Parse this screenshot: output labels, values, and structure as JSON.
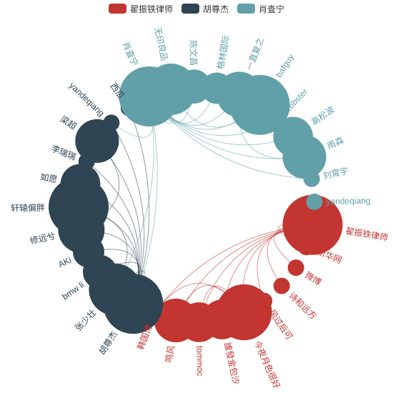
{
  "chart_data": {
    "type": "graph-circular",
    "title": "",
    "legend": {
      "position": "top-center",
      "items": [
        {
          "name": "翟振铁律师",
          "color": "#c23531"
        },
        {
          "name": "胡尊杰",
          "color": "#2f4554"
        },
        {
          "name": "肖査宁",
          "color": "#61a0a8"
        }
      ]
    },
    "categories": [
      "翟振铁律师",
      "胡尊杰",
      "肖査宁"
    ],
    "colors": [
      "#c23531",
      "#2f4554",
      "#61a0a8"
    ],
    "nodes": [
      {
        "name": "翟振铁律师",
        "category": 0,
        "value": 42
      },
      {
        "name": "新华网",
        "category": 0,
        "value": 2
      },
      {
        "name": "微博",
        "category": 0,
        "value": 2
      },
      {
        "name": "诗和远方",
        "category": 0,
        "value": 2
      },
      {
        "name": "风过后可",
        "category": 0,
        "value": 2
      },
      {
        "name": "今夜月色很好",
        "category": 0,
        "value": 36
      },
      {
        "name": "誰發金包沙",
        "category": 0,
        "value": 17
      },
      {
        "name": "tommoc",
        "category": 0,
        "value": 17
      },
      {
        "name": "鸣风",
        "category": 0,
        "value": 21
      },
      {
        "name": "韩国博",
        "category": 0,
        "value": 2
      },
      {
        "name": "胡尊杰",
        "category": 1,
        "value": 42
      },
      {
        "name": "张少壮",
        "category": 1,
        "value": 31
      },
      {
        "name": "bmw li",
        "category": 1,
        "value": 12
      },
      {
        "name": "AKi",
        "category": 1,
        "value": 10
      },
      {
        "name": "修远兮",
        "category": 1,
        "value": 24
      },
      {
        "name": "轩辕偏胖",
        "category": 1,
        "value": 42
      },
      {
        "name": "如愿",
        "category": 1,
        "value": 17
      },
      {
        "name": "李瑞瑞",
        "category": 1,
        "value": 2
      },
      {
        "name": "梁超",
        "category": 1,
        "value": 21
      },
      {
        "name": "yandeqiang",
        "category": 1,
        "value": 2
      },
      {
        "name": "西瓜",
        "category": 1,
        "value": 2
      },
      {
        "name": "肖査宁",
        "category": 2,
        "value": 42
      },
      {
        "name": "无印良品",
        "category": 2,
        "value": 30
      },
      {
        "name": "陈文昌",
        "category": 2,
        "value": 12
      },
      {
        "name": "格林国际",
        "category": 2,
        "value": 10
      },
      {
        "name": "一直复之",
        "category": 2,
        "value": 23
      },
      {
        "name": "bafguy",
        "category": 2,
        "value": 42
      },
      {
        "name": "Lobster",
        "category": 2,
        "value": 2
      },
      {
        "name": "高松波",
        "category": 2,
        "value": 17
      },
      {
        "name": "雨森",
        "category": 2,
        "value": 21
      },
      {
        "name": "刘霄宇",
        "category": 2,
        "value": 2
      },
      {
        "name": "yandeqiang",
        "category": 2,
        "value": 2
      }
    ],
    "links": [
      [
        "翟振铁律师",
        "新华网"
      ],
      [
        "翟振铁律师",
        "微博"
      ],
      [
        "翟振铁律师",
        "诗和远方"
      ],
      [
        "翟振铁律师",
        "风过后可"
      ],
      [
        "翟振铁律师",
        "今夜月色很好"
      ],
      [
        "翟振铁律师",
        "誰發金包沙"
      ],
      [
        "翟振铁律师",
        "tommoc"
      ],
      [
        "翟振铁律师",
        "鸣风"
      ],
      [
        "翟振铁律师",
        "韩国博"
      ],
      [
        "今夜月色很好",
        "鸣风"
      ],
      [
        "今夜月色很好",
        "韩国博"
      ],
      [
        "今夜月色很好",
        "tommoc"
      ],
      [
        "胡尊杰",
        "张少壮"
      ],
      [
        "胡尊杰",
        "bmw li"
      ],
      [
        "胡尊杰",
        "AKi"
      ],
      [
        "胡尊杰",
        "修远兮"
      ],
      [
        "胡尊杰",
        "轩辕偏胖"
      ],
      [
        "胡尊杰",
        "如愿"
      ],
      [
        "胡尊杰",
        "李瑞瑞"
      ],
      [
        "胡尊杰",
        "梁超"
      ],
      [
        "胡尊杰",
        "yandeqiang"
      ],
      [
        "胡尊杰",
        "西瓜"
      ],
      [
        "张少壮",
        "轩辕偏胖"
      ],
      [
        "修远兮",
        "梁超"
      ],
      [
        "肖査宁",
        "无印良品"
      ],
      [
        "肖査宁",
        "陈文昌"
      ],
      [
        "肖査宁",
        "格林国际"
      ],
      [
        "肖査宁",
        "一直复之"
      ],
      [
        "肖査宁",
        "bafguy"
      ],
      [
        "肖査宁",
        "Lobster"
      ],
      [
        "肖査宁",
        "高松波"
      ],
      [
        "肖査宁",
        "雨森"
      ],
      [
        "肖査宁",
        "刘霄宇"
      ],
      [
        "肖査宁",
        "yandeqiang"
      ],
      [
        "无印良品",
        "bafguy"
      ],
      [
        "一直复之",
        "雨森"
      ],
      [
        "肖査宁",
        "胡尊杰"
      ],
      [
        "肖査宁",
        "张少壮"
      ]
    ]
  }
}
